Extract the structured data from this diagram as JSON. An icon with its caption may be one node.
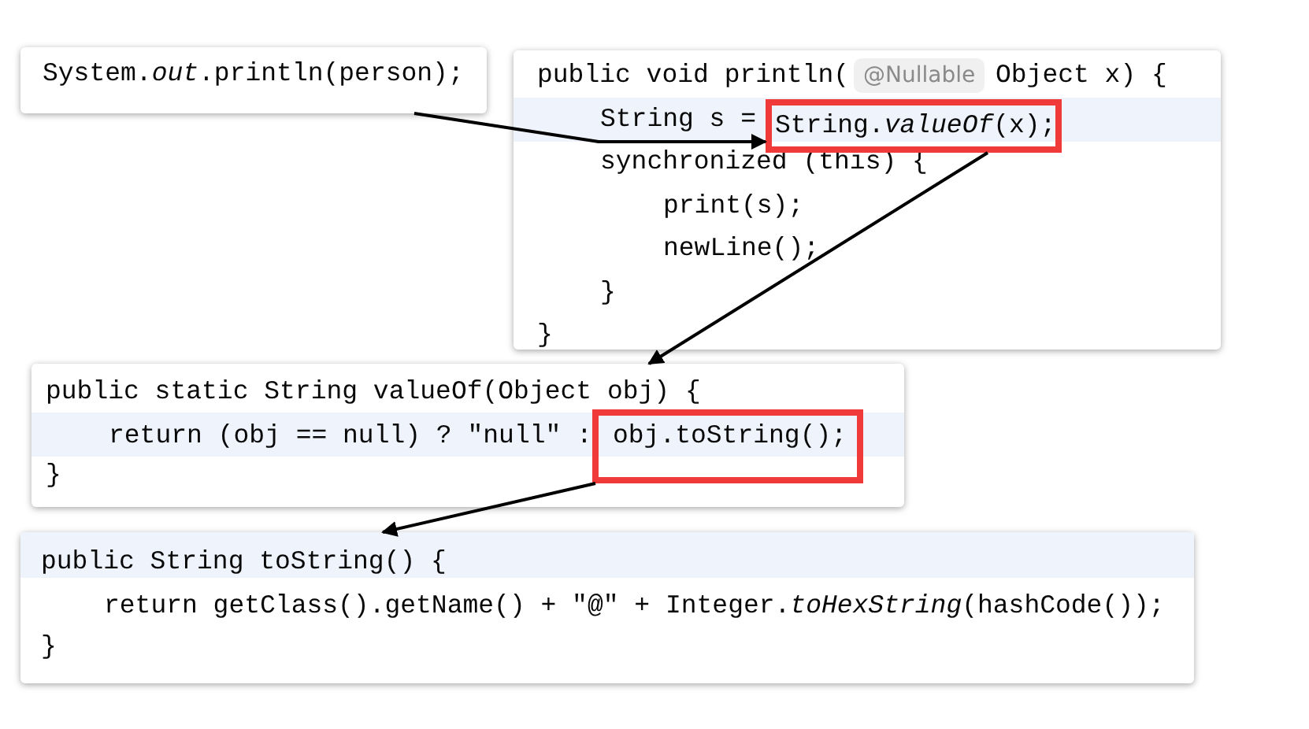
{
  "diagram": {
    "nodes": [
      {
        "text": [
          "System.*out*.println(person);"
        ]
      },
      {
        "text": [
          "public void println(",
          "@Nullable",
          "Object x) {",
          "String s =",
          "synchronized (this) {",
          "print(s);",
          "newLine();",
          "}",
          "}"
        ]
      },
      {
        "text": [
          "String.*valueOf*(x);"
        ],
        "in": 1
      },
      {
        "text": [
          "public static String valueOf(Object obj) {",
          "return (obj == null) ? \"null\" :",
          "}"
        ]
      },
      {
        "text": [
          "obj.toString();"
        ],
        "in": 3
      },
      {
        "text": [
          "public String toString() {",
          "return getClass().getName() + \"@\" + Integer.*toHexString*(hashCode());",
          "}"
        ]
      }
    ],
    "edges": [
      {
        "from": 0,
        "to": 2,
        "arrow": "to"
      },
      {
        "from": 2,
        "to": 3,
        "arrow": "to"
      },
      {
        "from": 4,
        "to": 5,
        "arrow": "to"
      }
    ]
  }
}
